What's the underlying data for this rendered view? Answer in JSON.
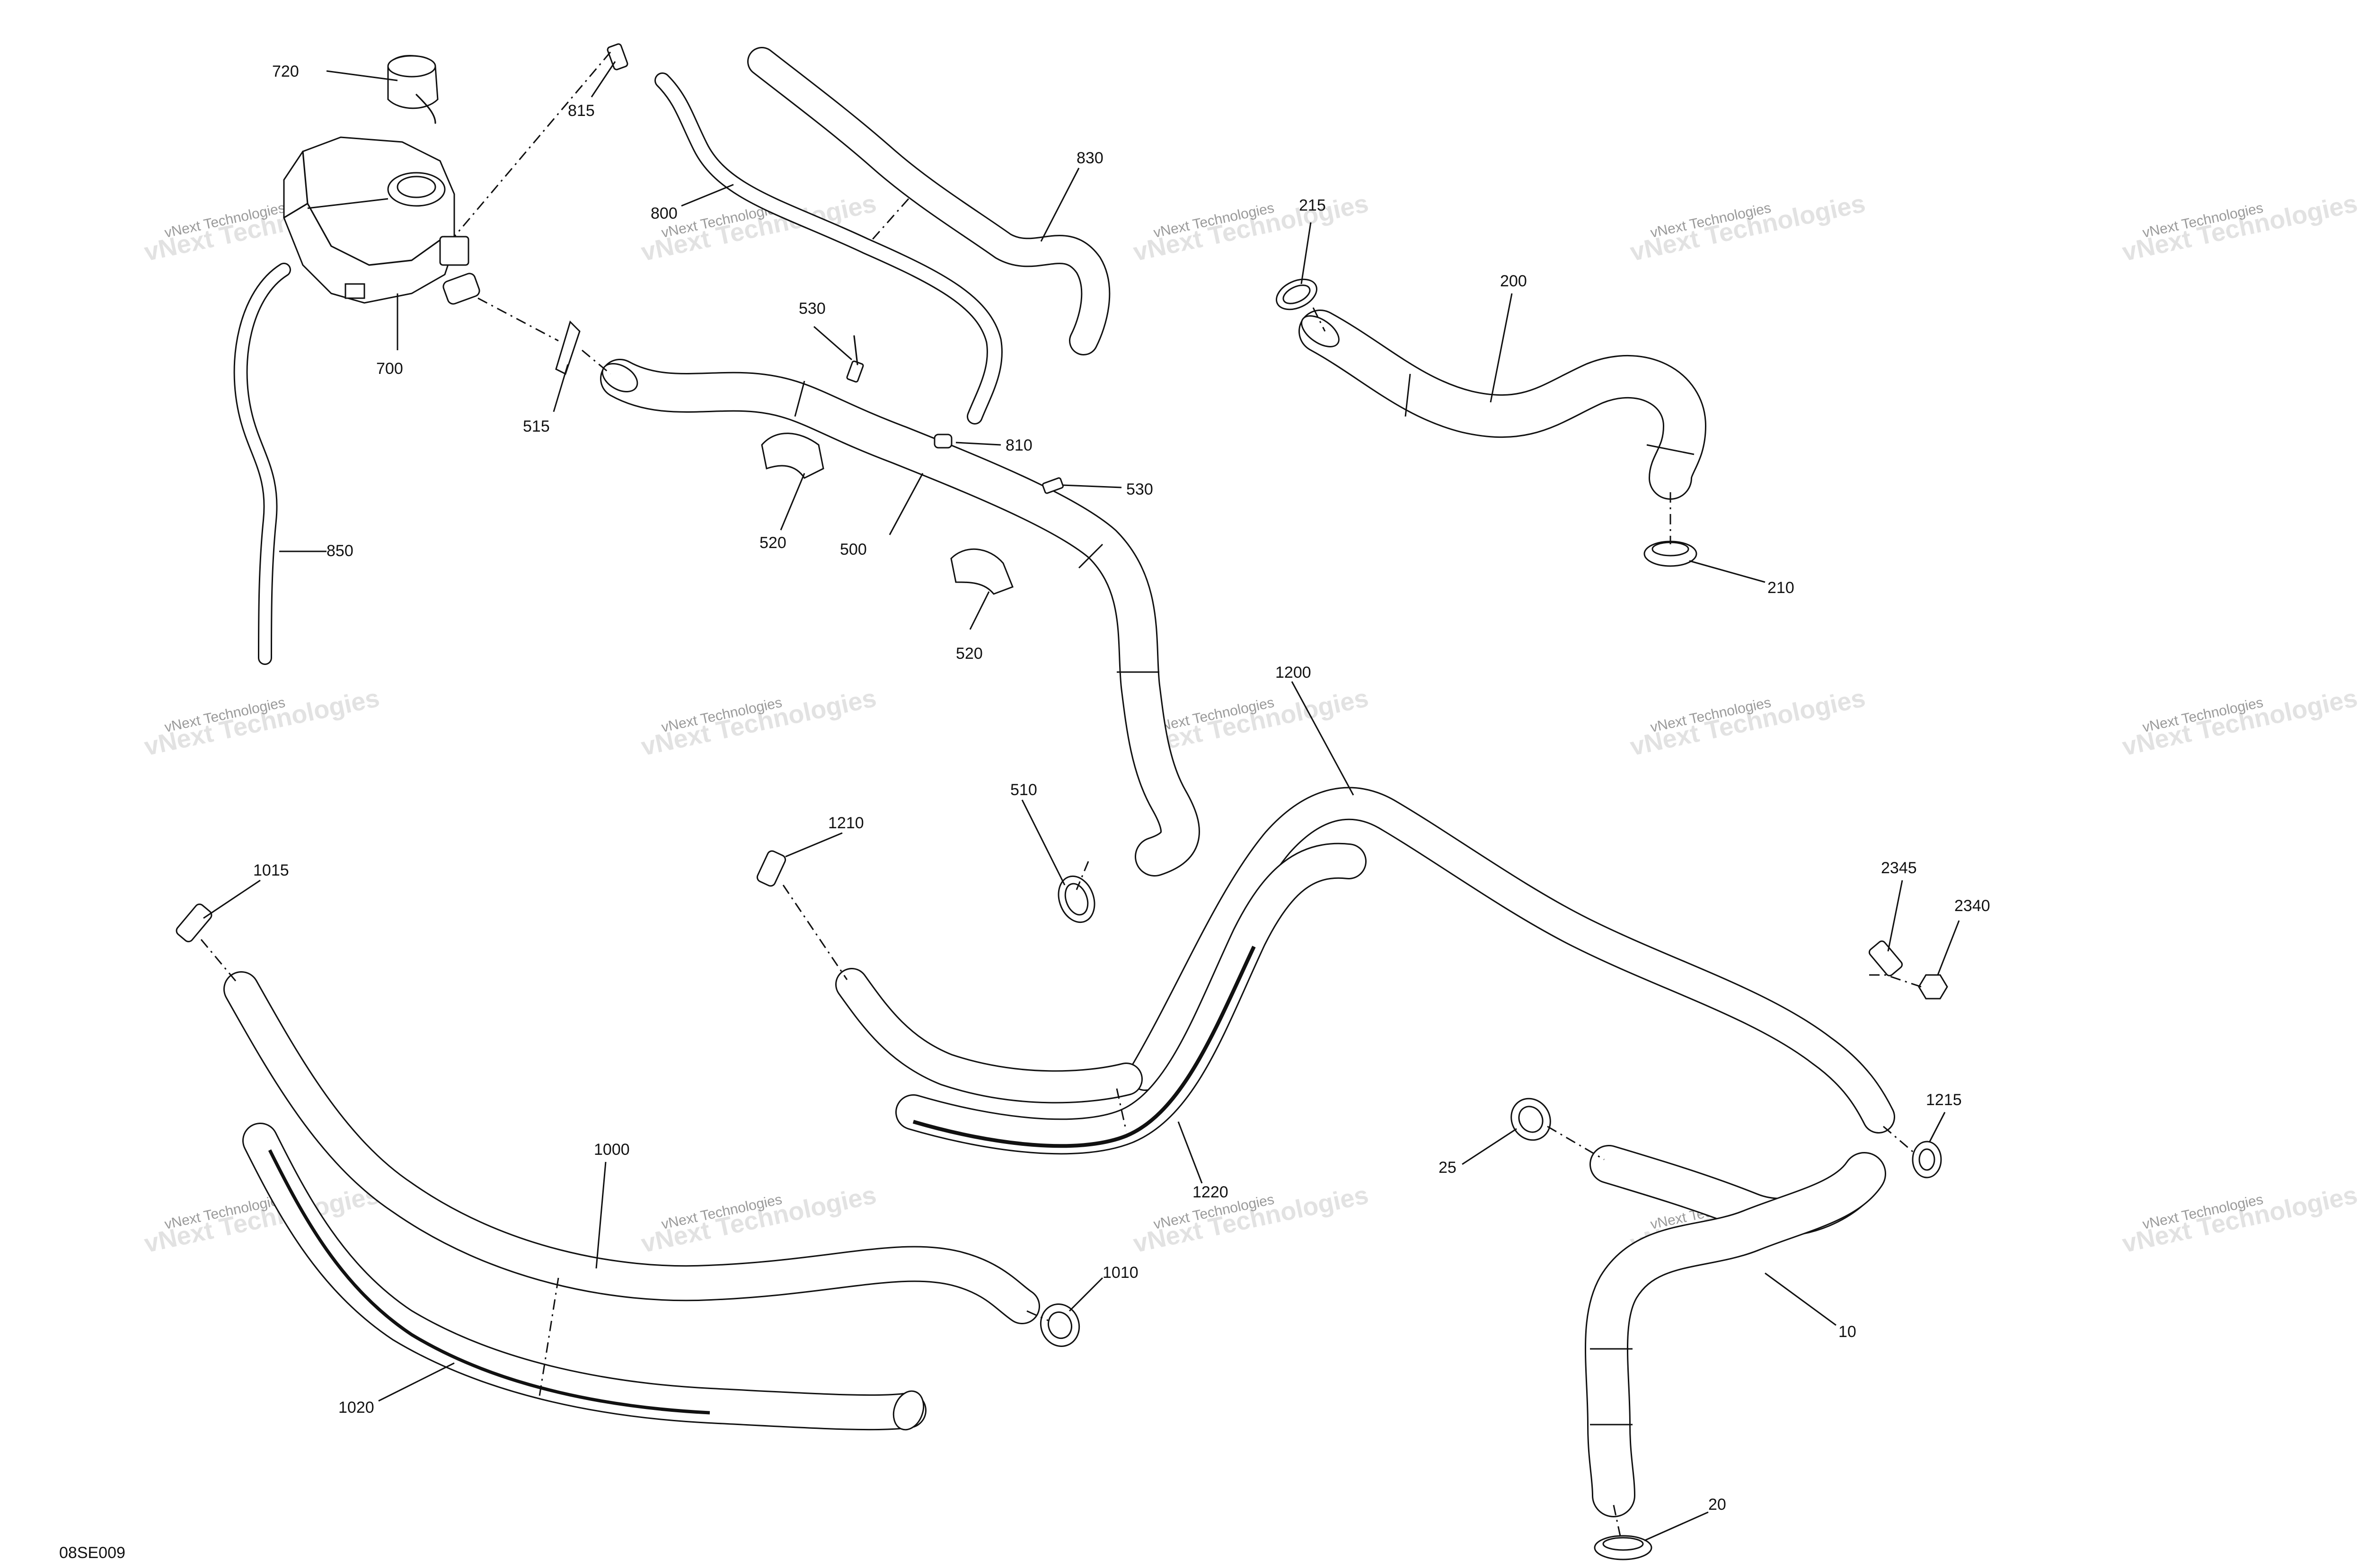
{
  "diagram": {
    "code": "08SE009",
    "watermark": {
      "line1": "vNext Technologies",
      "line2": "vNext Technologies"
    }
  },
  "callouts": {
    "c720": "720",
    "c815": "815",
    "c800": "800",
    "c830": "830",
    "c700": "700",
    "c515": "515",
    "c850": "850",
    "c530a": "530",
    "c810": "810",
    "c530b": "530",
    "c520a": "520",
    "c500": "500",
    "c520b": "520",
    "c215": "215",
    "c200": "200",
    "c210": "210",
    "c1200": "1200",
    "c510": "510",
    "c1210": "1210",
    "c1015": "1015",
    "c2345": "2345",
    "c2340": "2340",
    "c1215": "1215",
    "c25": "25",
    "c1220": "1220",
    "c1000": "1000",
    "c1010": "1010",
    "c10": "10",
    "c1020": "1020",
    "c20": "20"
  }
}
